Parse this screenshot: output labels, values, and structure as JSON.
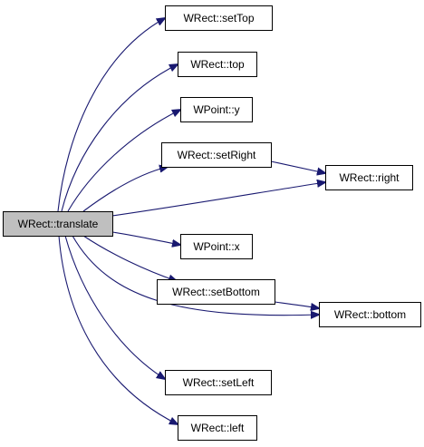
{
  "graph": {
    "colors": {
      "edge": "#191970",
      "root_fill": "#bfbfbf",
      "node_fill": "#ffffff",
      "node_border": "#000000"
    },
    "nodes": [
      {
        "id": "translate",
        "label": "WRect::translate",
        "root": true
      },
      {
        "id": "setTop",
        "label": "WRect::setTop"
      },
      {
        "id": "top",
        "label": "WRect::top"
      },
      {
        "id": "py",
        "label": "WPoint::y"
      },
      {
        "id": "setRight",
        "label": "WRect::setRight"
      },
      {
        "id": "right",
        "label": "WRect::right"
      },
      {
        "id": "px",
        "label": "WPoint::x"
      },
      {
        "id": "setBottom",
        "label": "WRect::setBottom"
      },
      {
        "id": "bottom",
        "label": "WRect::bottom"
      },
      {
        "id": "setLeft",
        "label": "WRect::setLeft"
      },
      {
        "id": "left",
        "label": "WRect::left"
      }
    ],
    "edges": [
      {
        "from": "translate",
        "to": "setTop"
      },
      {
        "from": "translate",
        "to": "top"
      },
      {
        "from": "translate",
        "to": "py"
      },
      {
        "from": "translate",
        "to": "setRight"
      },
      {
        "from": "translate",
        "to": "right"
      },
      {
        "from": "translate",
        "to": "px"
      },
      {
        "from": "translate",
        "to": "setBottom"
      },
      {
        "from": "translate",
        "to": "bottom"
      },
      {
        "from": "translate",
        "to": "setLeft"
      },
      {
        "from": "translate",
        "to": "left"
      },
      {
        "from": "setRight",
        "to": "right"
      },
      {
        "from": "setBottom",
        "to": "bottom"
      }
    ]
  }
}
